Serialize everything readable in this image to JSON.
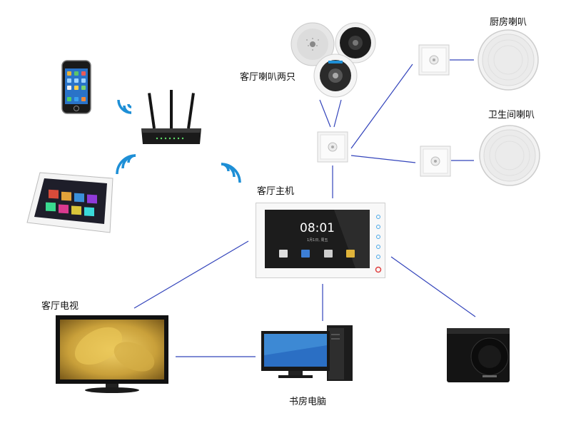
{
  "labels": {
    "living_room_speakers": "客厅喇叭两只",
    "kitchen_speaker": "厨房喇叭",
    "bathroom_speaker": "卫生间喇叭",
    "main_unit": "客厅主机",
    "living_room_tv": "客厅电视",
    "study_computer": "书房电脑"
  },
  "main_unit_screen": {
    "time": "08:01",
    "date": "1月1日, 周五"
  },
  "colors": {
    "connector": "#3344bb",
    "wifi": "#1e8fd6"
  }
}
